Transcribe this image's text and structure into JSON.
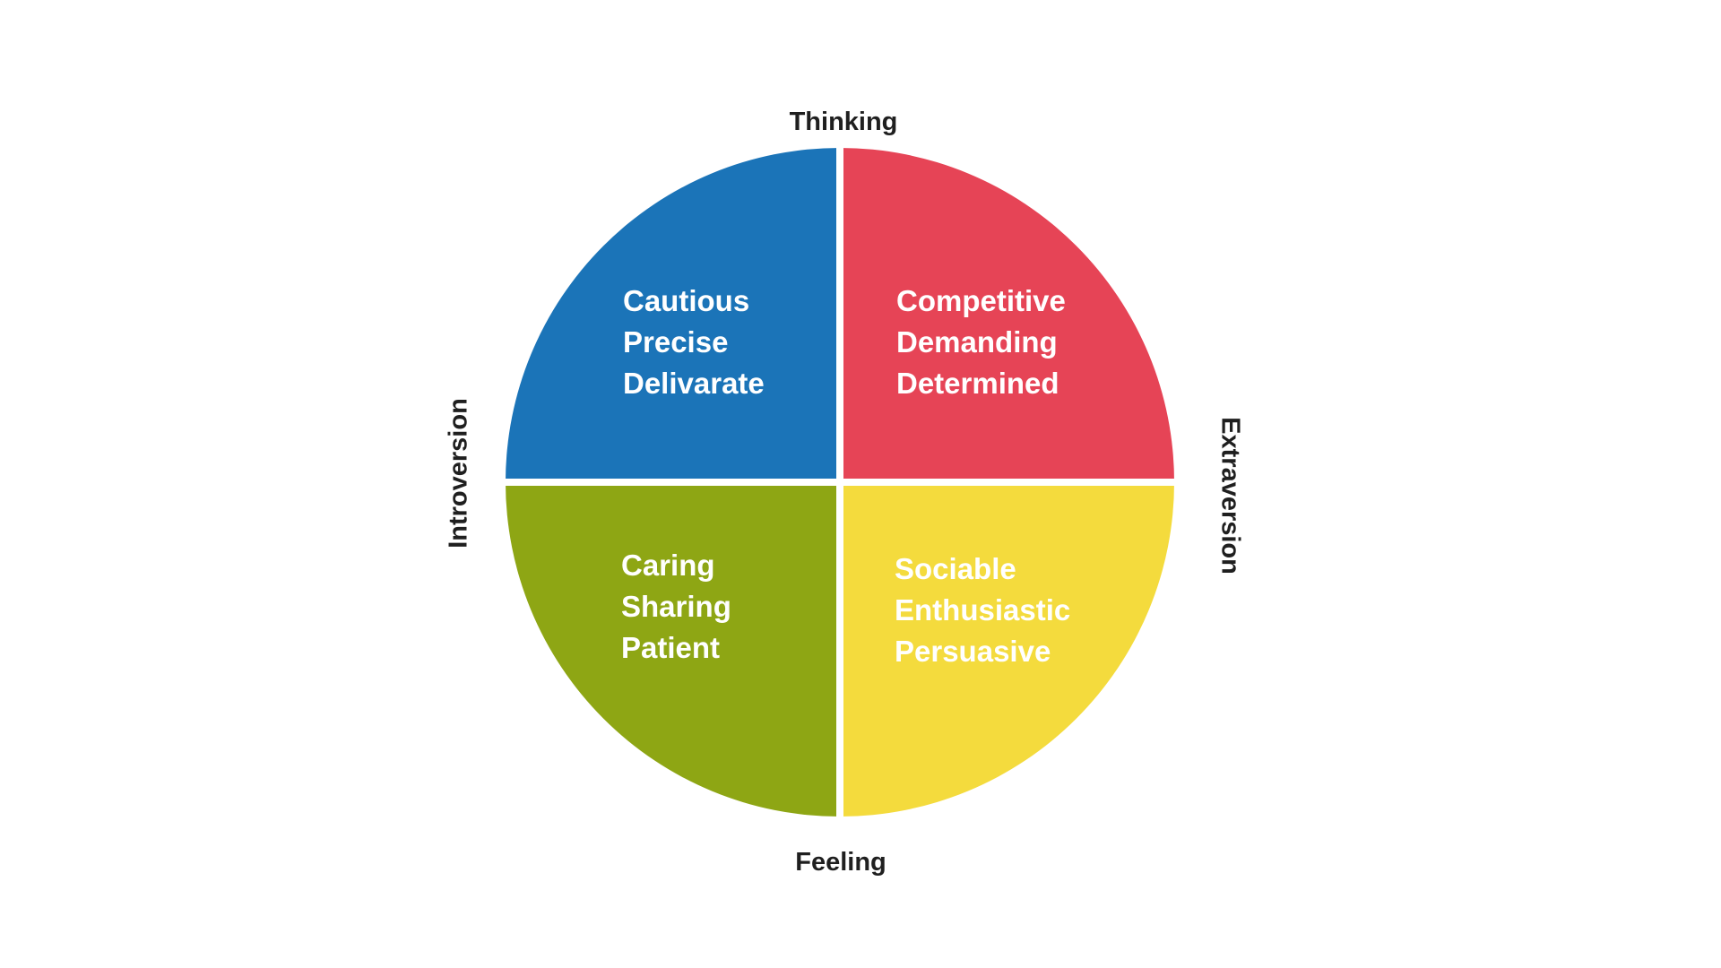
{
  "axes": {
    "top": {
      "label": "Thinking"
    },
    "bottom": {
      "label": "Feeling"
    },
    "left": {
      "label": "Introversion"
    },
    "right": {
      "label": "Extraversion"
    }
  },
  "quadrants": {
    "top_left": {
      "color": "#1B74B8",
      "traits": [
        "Cautious",
        "Precise",
        "Delivarate"
      ]
    },
    "top_right": {
      "color": "#E64456",
      "traits": [
        "Competitive",
        "Demanding",
        "Determined"
      ]
    },
    "bottom_left": {
      "color": "#8EA614",
      "traits": [
        "Caring",
        "Sharing",
        "Patient"
      ]
    },
    "bottom_right": {
      "color": "#F4DB3D",
      "traits": [
        "Sociable",
        "Enthusiastic",
        "Persuasive"
      ]
    }
  },
  "colors": {
    "background": "#FFFFFF",
    "divider": "#FFFFFF",
    "axis_text": "#1F1F1F",
    "trait_text": "#FFFFFF"
  }
}
